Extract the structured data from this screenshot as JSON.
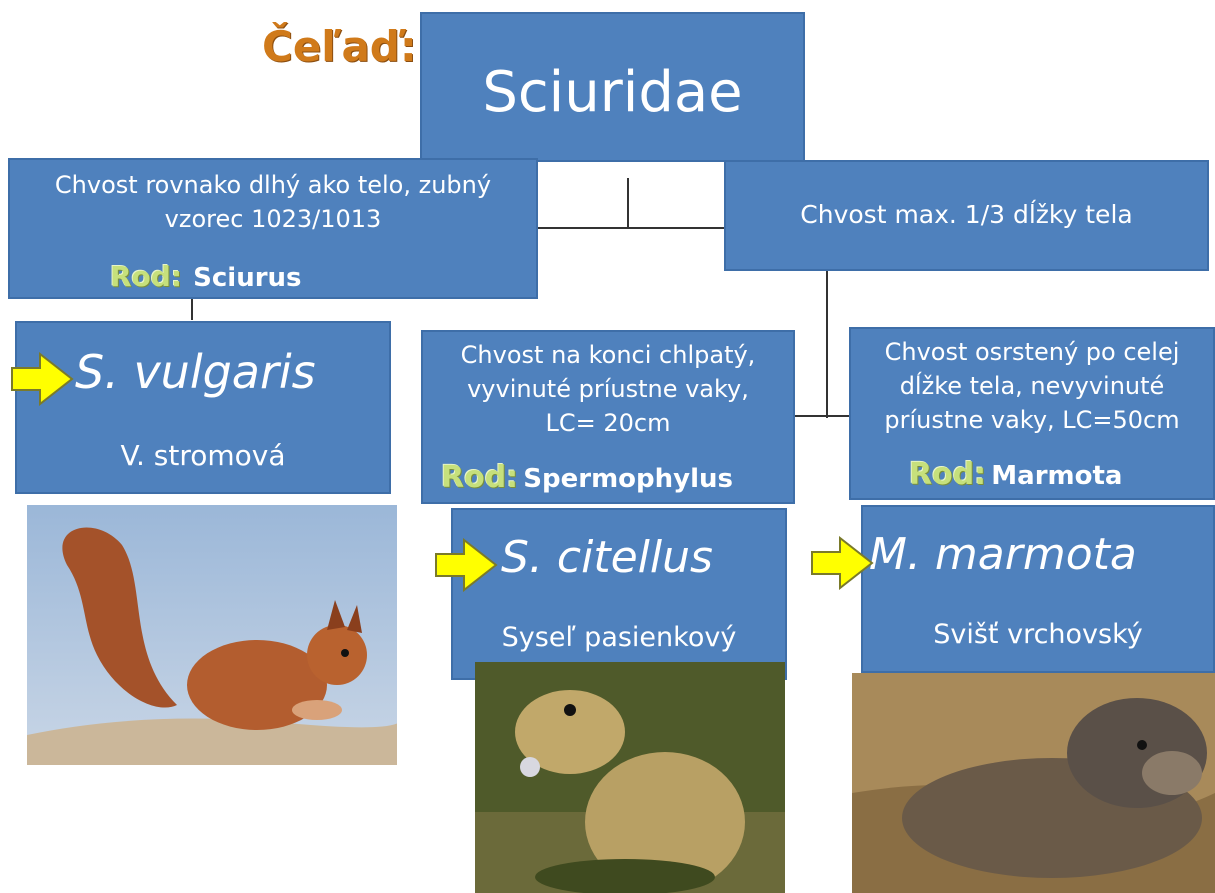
{
  "family": {
    "label": "Čeľaď:",
    "name": "Sciuridae"
  },
  "left_branch": {
    "description": "Chvost rovnako dlhý ako telo, zubný vzorec 1023/1013",
    "rod_label": "Rod:",
    "rod_value": "Sciurus",
    "species": "S. vulgaris",
    "common": "V. stromová"
  },
  "right_branch": {
    "description": "Chvost max. 1/3 dĺžky tela"
  },
  "middle_genus": {
    "description_lines": [
      "Chvost na konci chlpatý,",
      "vyvinuté príustne vaky,",
      "LC= 20cm"
    ],
    "rod_label": "Rod:",
    "rod_value": "Spermophylus",
    "species": "S. citellus",
    "common": "Syseľ pasienkový"
  },
  "right_genus": {
    "description_lines": [
      "Chvost osrstený po celej",
      "dĺžke tela, nevyvinuté",
      "príustne vaky, LC=50cm"
    ],
    "rod_label": "Rod:",
    "rod_value": "Marmota",
    "species": "M. marmota",
    "common": "Svišť vrchovský"
  },
  "colors": {
    "box": "#4f81bd",
    "family_label": "#d07a1a",
    "rod_label": "#c6e07c",
    "arrow": "#ffff00"
  }
}
